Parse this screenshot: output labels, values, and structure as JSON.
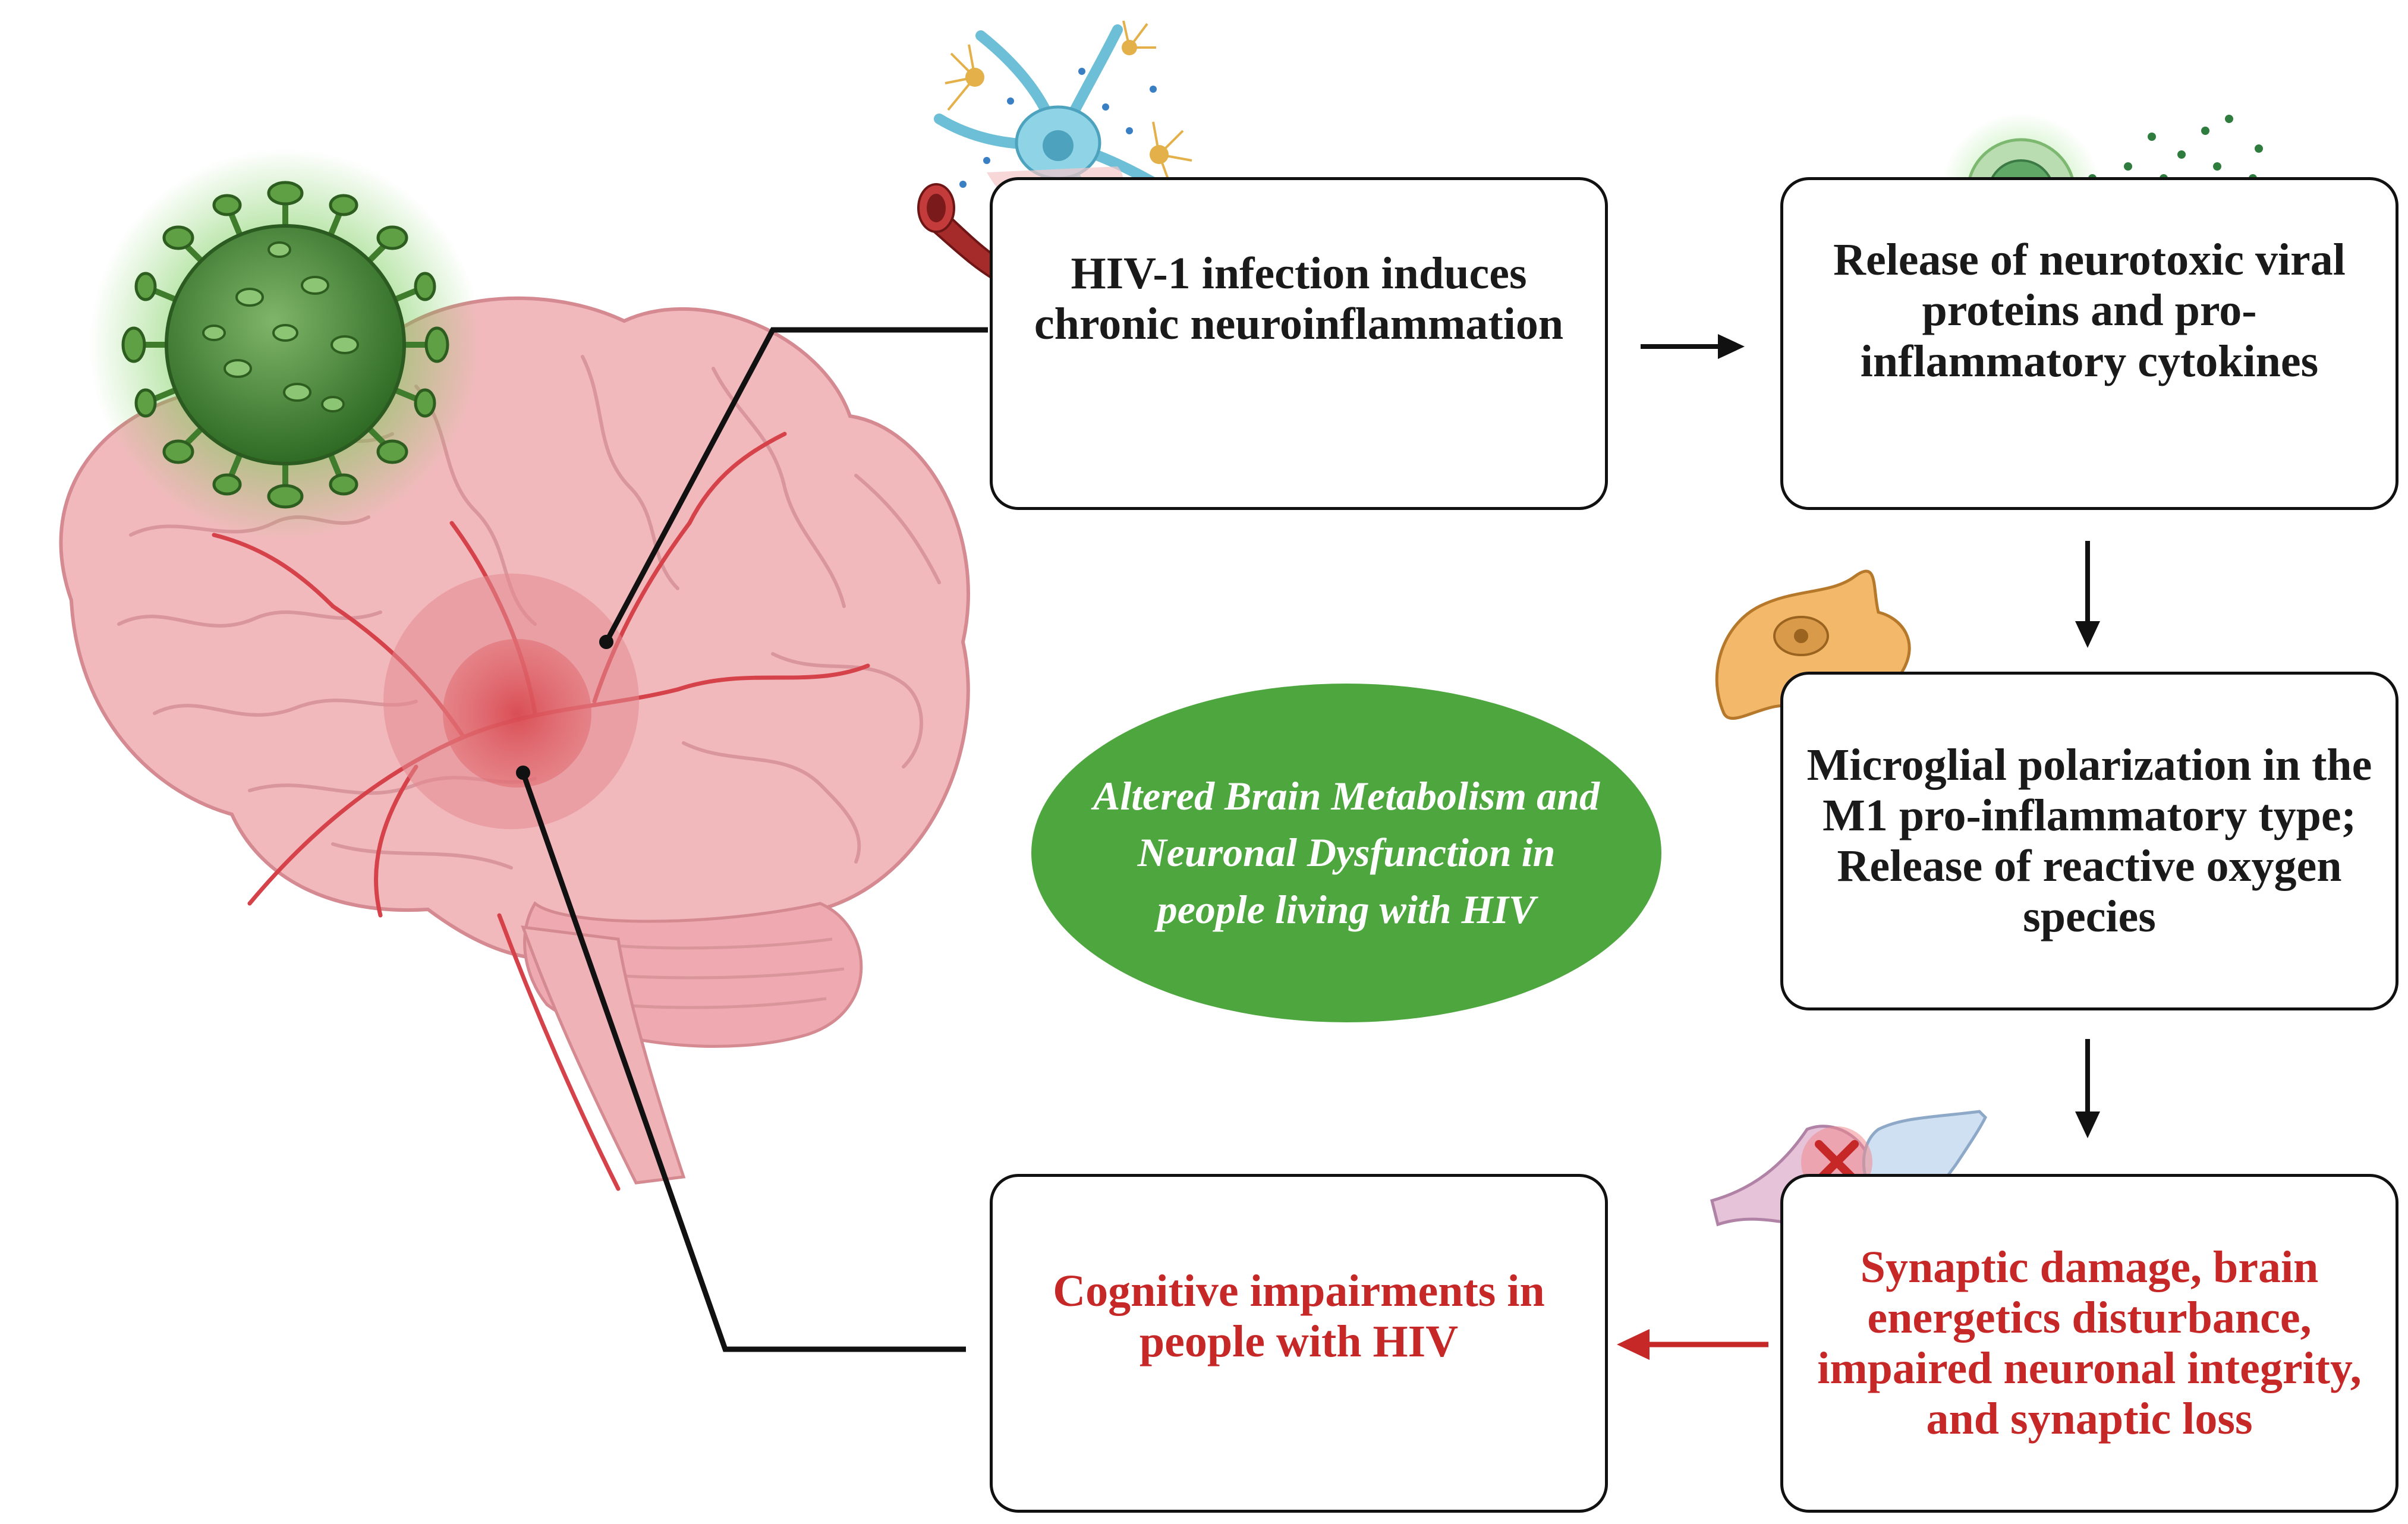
{
  "boxes": {
    "hiv_infection": "HIV-1 infection induces chronic neuroinflammation",
    "release_proteins": "Release of neurotoxic viral proteins and pro-inflammatory cytokines",
    "microglial": "Microglial polarization in the M1 pro-inflammatory type; Release of reactive oxygen species",
    "synaptic_damage": "Synaptic damage, brain energetics disturbance, impaired neuronal integrity, and synaptic loss",
    "cognitive": "Cognitive impairments in people with HIV"
  },
  "center_oval": "Altered Brain Metabolism and Neuronal Dysfunction in people living with HIV",
  "colors": {
    "oval_green": "#4ea63f",
    "alert_red": "#c62828",
    "brain_pink": "#f2b9bd",
    "virus_green": "#3f8a2e"
  },
  "icons": [
    "virus-icon",
    "brain-icon",
    "neuron-icon",
    "blood-vessel-icon",
    "immune-cell-icon",
    "microglia-icon",
    "synapse-icon"
  ]
}
